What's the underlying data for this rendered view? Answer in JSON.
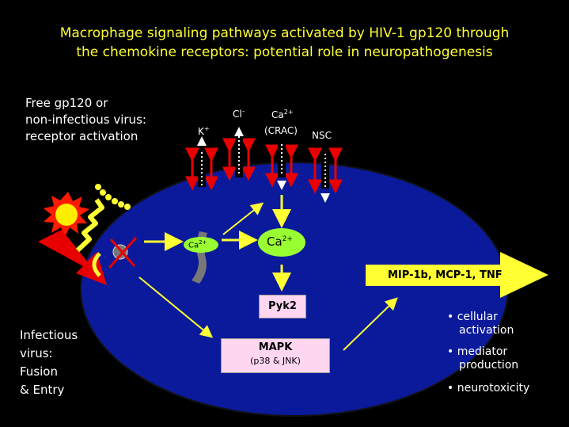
{
  "title": {
    "line1": "Macrophage signaling pathways activated by HIV-1 gp120 through",
    "line2": "the chemokine receptors: potential  role in neuropathogenesis"
  },
  "free_gp120": {
    "line1": "Free gp120 or",
    "line2": "non-infectious virus:",
    "line3": "receptor activation"
  },
  "infectious": {
    "line1": "Infectious",
    "line2": "virus:",
    "line3": "Fusion",
    "line4": "& Entry"
  },
  "channels": {
    "k": "K",
    "k_sup": "+",
    "cl": "Cl",
    "cl_sup": "–",
    "ca": "Ca",
    "ca_sup": "2+",
    "crac": "(CRAC)",
    "nsc": "NSC"
  },
  "ca_small": {
    "text": "Ca",
    "sup": "2+"
  },
  "ca_big": {
    "text": "Ca",
    "sup": "2+"
  },
  "pyk2": "Pyk2",
  "mapk": {
    "line1": "MAPK",
    "line2": "(p38 & JNK)"
  },
  "output_arrow": "MIP-1b, MCP-1, TNF",
  "outcomes": [
    {
      "bullet": "•",
      "line1": "cellular",
      "line2": "activation"
    },
    {
      "bullet": "•",
      "line1": "mediator",
      "line2": "production"
    },
    {
      "bullet": "•",
      "line1": "neurotoxicity",
      "line2": ""
    }
  ],
  "colors": {
    "background": "#000000",
    "title": "#ffff33",
    "cell": "#0a1a9a",
    "arrow_yellow": "#ffff33",
    "channel_red": "#e80000",
    "ca_ellipse": "#99ff33",
    "box_pink": "#ffd6f0"
  }
}
